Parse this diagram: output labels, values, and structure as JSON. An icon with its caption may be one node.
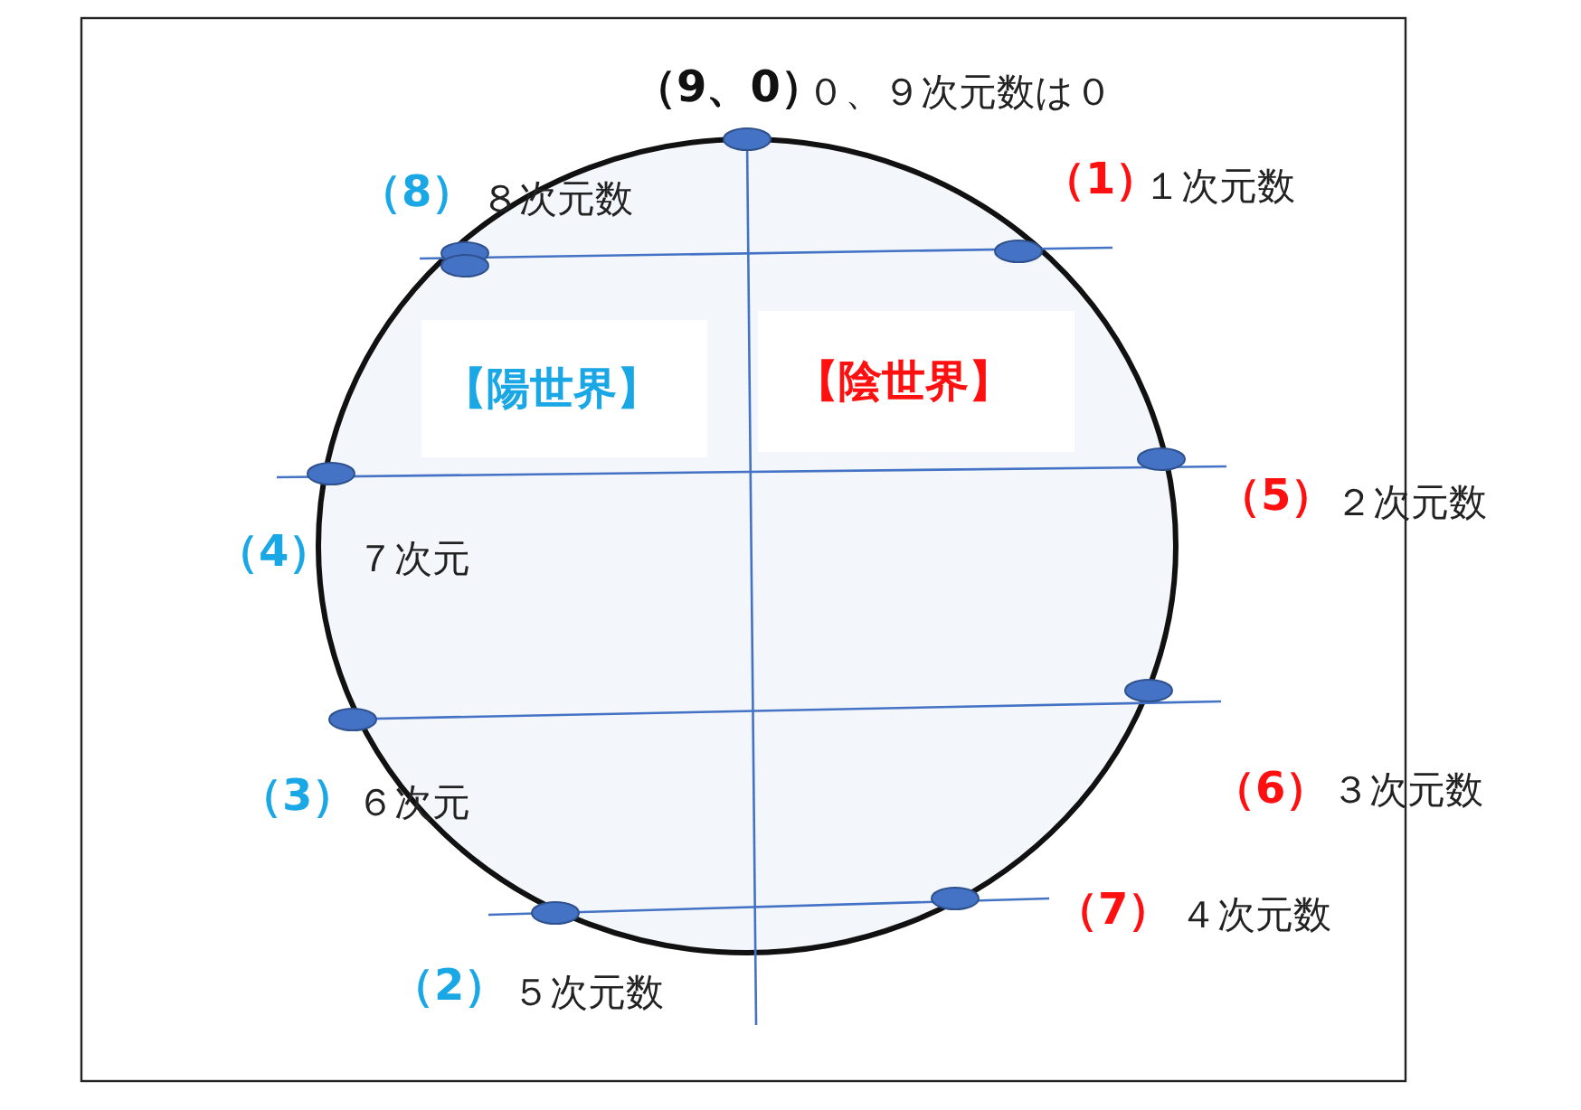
{
  "diagram": {
    "nodes": [
      {
        "text": [
          "【陽世界】"
        ]
      },
      {
        "text": [
          "【陰世界】"
        ]
      }
    ],
    "labels": [
      "（9、0）",
      "０、９次元数は０",
      "（8）",
      "８次元数",
      "（1）",
      "１次元数",
      "（5）",
      "２次元数",
      "（4）",
      "７次元",
      "（3）",
      "６次元",
      "（6）",
      "３次元数",
      "（7）",
      "４次元数",
      "（2）",
      "５次元数"
    ]
  }
}
